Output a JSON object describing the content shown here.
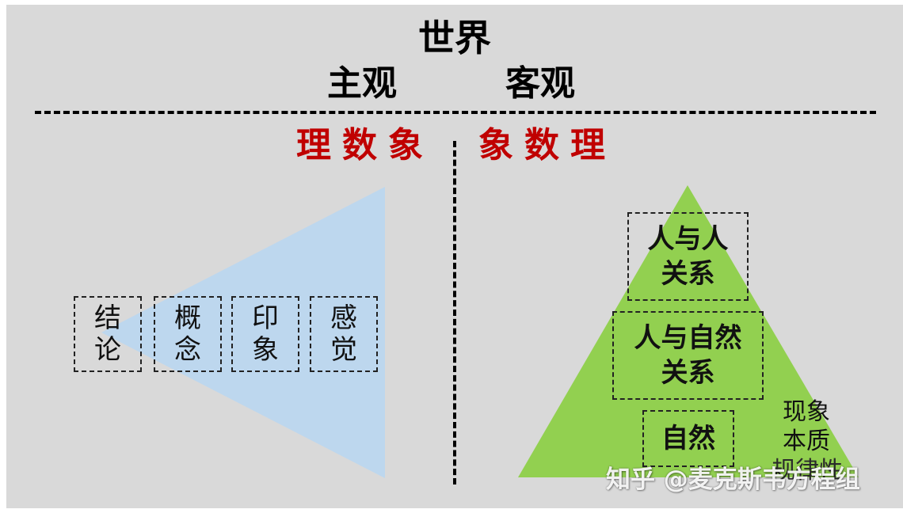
{
  "title": "世界",
  "subjective": "主观",
  "objective": "客观",
  "left_heading": "理数象",
  "right_heading": "象数理",
  "funnel_boxes": [
    "结论",
    "概念",
    "印象",
    "感觉"
  ],
  "pyramid_levels": [
    "人与人关系",
    "人与自然关系",
    "自然"
  ],
  "side_labels": [
    "现象",
    "本质"
  ],
  "side_label_hidden_tail": "规律性",
  "watermark": "知乎 @麦克斯韦方程组",
  "colors": {
    "background": "#d9d9d9",
    "funnel": "#bdd7ee",
    "pyramid": "#92d050",
    "heading_red": "#c00000"
  }
}
